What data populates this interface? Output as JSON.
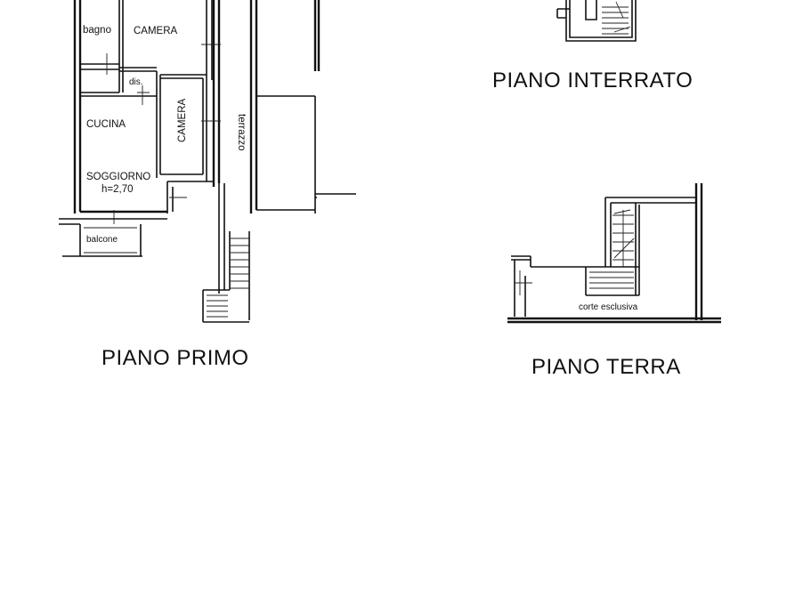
{
  "rooms": {
    "bagno": "bagno",
    "camera_top": "CAMERA",
    "disimpegno": "dis.",
    "cucina": "CUCINA",
    "camera_side": "CAMERA",
    "terrazzo": "terrazzo",
    "soggiorno": "SOGGIORNO",
    "soggiorno_height": "h=2,70",
    "balcone": "balcone",
    "corte": "corte esclusiva"
  },
  "floors": {
    "primo": "PIANO  PRIMO",
    "interrato": "PIANO  INTERRATO",
    "terra": "PIANO  TERRA"
  }
}
